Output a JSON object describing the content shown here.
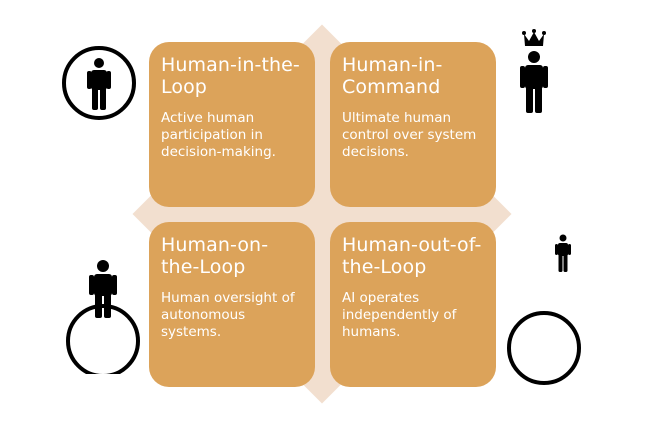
{
  "colors": {
    "card": "#dca35a",
    "diamond": "#f2dfcf",
    "icon": "#000000",
    "text": "#ffffff"
  },
  "quadrants": [
    {
      "title": "Human-in-the-Loop",
      "description": "Active human participation in decision-making.",
      "icon": "person-in-circle-icon"
    },
    {
      "title": "Human-in-Command",
      "description": "Ultimate human control over system decisions.",
      "icon": "crowned-person-icon"
    },
    {
      "title": "Human-on-the-Loop",
      "description": "Human oversight of autonomous systems.",
      "icon": "person-on-circle-icon"
    },
    {
      "title": "Human-out-of-the-Loop",
      "description": "AI operates independently of humans.",
      "icon": "person-outside-circle-icon"
    }
  ]
}
